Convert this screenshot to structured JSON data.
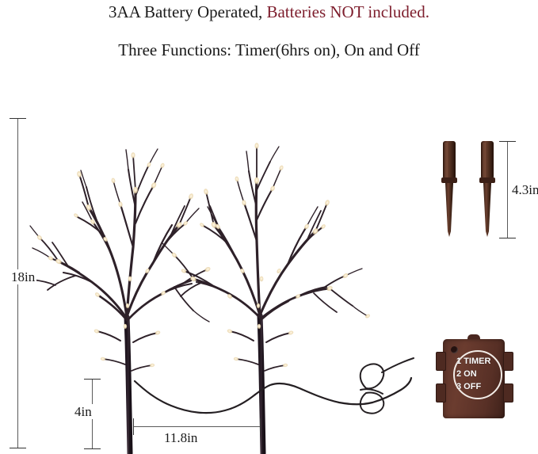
{
  "header": {
    "line1_plain": "3AA Battery Operated, ",
    "line1_accent": "Batteries NOT included.",
    "line2": "Three Functions: Timer(6hrs on), On and Off",
    "accent_color": "#7d1d2c",
    "text_color": "#1a1a1a"
  },
  "dimensions": {
    "height_total": "18in",
    "stem_clear_height": "4in",
    "spacing_between_stems": "11.8in",
    "stake_length": "4.3in"
  },
  "battery_box": {
    "mode_1": "1 TIMER",
    "mode_2": "2 ON",
    "mode_3": "3 OFF",
    "body_color": "#5a3228",
    "dial_color": "#f2ece7"
  },
  "product": {
    "branch_color": "#2e2129",
    "bulb_color": "#f7e9c9",
    "stake_color": "#4a2b21",
    "cable_color": "#241f22",
    "branch_count": 2,
    "stake_count": 2
  }
}
